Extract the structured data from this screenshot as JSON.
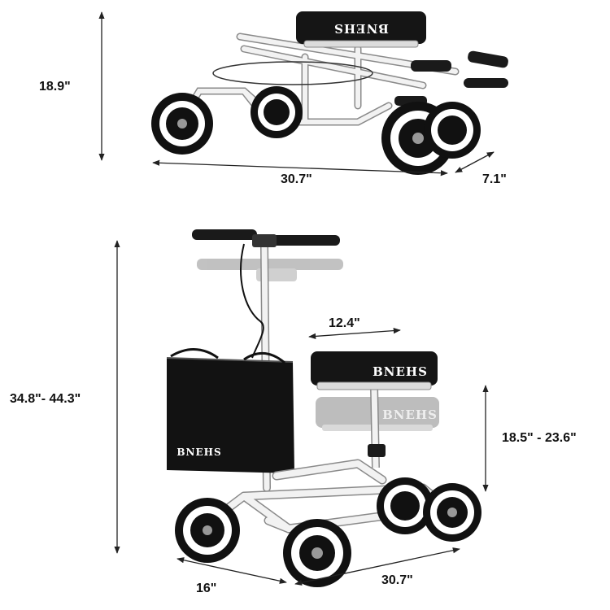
{
  "brand": "BNEHS",
  "dimensions": {
    "folded_height": "18.9\"",
    "folded_length": "30.7\"",
    "folded_width": "7.1\"",
    "pad_length": "12.4\"",
    "total_height": "34.8\"- 44.3\"",
    "pad_height": "18.5\" - 23.6\"",
    "base_width": "16\"",
    "base_length": "30.7\""
  },
  "colors": {
    "frame": "#f2f2f2",
    "frame_outline": "#8a8a8a",
    "pad": "#151515",
    "wheel": "#111111",
    "ghost": "#bdbdbd",
    "dimension_line": "#222222"
  }
}
